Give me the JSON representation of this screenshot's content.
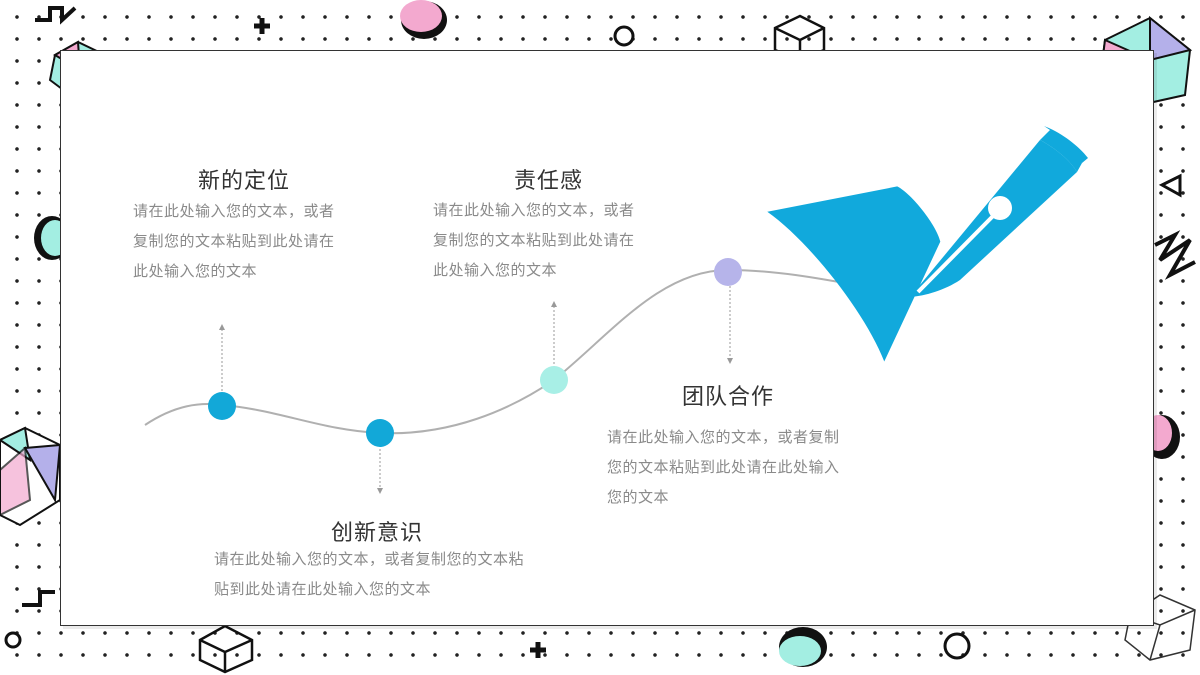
{
  "milestones": [
    {
      "title": "新的定位",
      "text_lines": [
        "请在此处输入您的文本，或者",
        "复制您的文本粘贴到此处请在",
        "此处输入您的文本"
      ]
    },
    {
      "title": "创新意识",
      "text_lines": [
        "请在此处输入您的文本，或者复制您的文本粘",
        "贴到此处请在此处输入您的文本"
      ]
    },
    {
      "title": "责任感",
      "text_lines": [
        "请在此处输入您的文本，或者",
        "复制您的文本粘贴到此处请在",
        "此处输入您的文本"
      ]
    },
    {
      "title": "团队合作",
      "text_lines": [
        "请在此处输入您的文本，或者复制",
        "您的文本粘贴到此处请在此处输入",
        "您的文本"
      ]
    }
  ],
  "colors": {
    "dot_blue": "#12a8d8",
    "dot_mint": "#a8efe6",
    "dot_lavender": "#b6b4ea",
    "pen_blue": "#11a9dc",
    "pink": "#f3a9cf",
    "mint": "#a3eee2",
    "lavender": "#b4b0ea"
  },
  "icons": [
    "fountain-pen-nib-icon"
  ]
}
